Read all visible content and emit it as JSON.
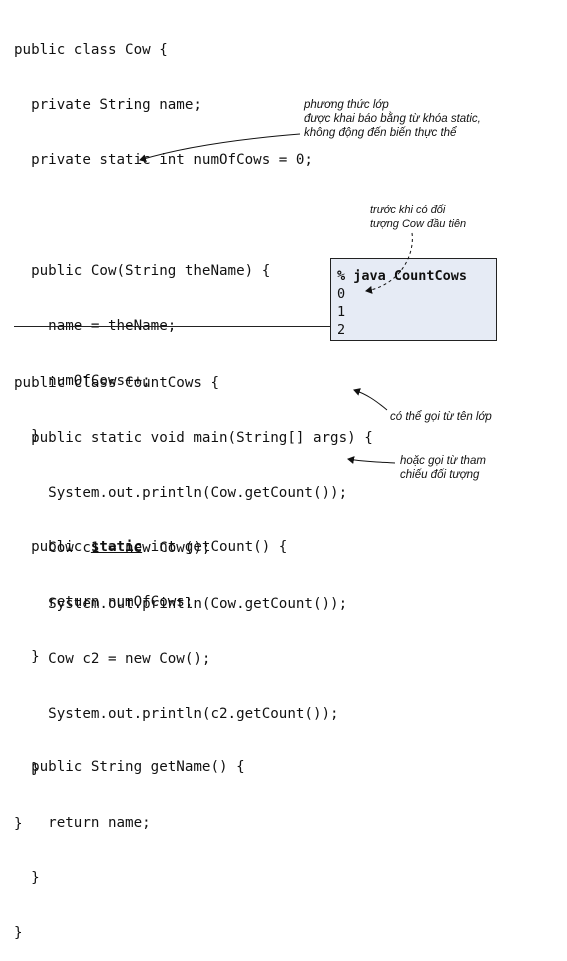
{
  "code_cow": [
    "public class Cow {",
    "  private String name;",
    "  private static int numOfCows = 0;",
    "",
    "  public Cow(String theName) {",
    "    name = theName;",
    "    numOfCows++;",
    "  }",
    "",
    "  public __STATIC__ int getCount() {",
    "    return numOfCows;",
    "  }",
    "",
    "  public String getName() {",
    "    return name;",
    "  }",
    "}"
  ],
  "static_kw_prefix": "  public ",
  "static_kw": "static",
  "static_kw_suffix": " int getCount() {",
  "code_countcows": [
    "public class CountCows {",
    "  public static void main(String[] args) {",
    "    System.out.println(Cow.getCount());",
    "    Cow c1 = new Cow();",
    "    System.out.println(Cow.getCount());",
    "    Cow c2 = new Cow();",
    "    System.out.println(c2.getCount());",
    "  }",
    "}"
  ],
  "notes": {
    "static_method": [
      "phương thức lớp",
      "được khai báo bằng từ khóa static,",
      "không động đến biến thực thể"
    ],
    "before_first": [
      "trước khi có đối",
      "tượng Cow đầu tiên"
    ],
    "class_call": [
      "có thể gọi từ tên lớp"
    ],
    "ref_call": [
      "hoặc gọi từ tham",
      "chiếu đối tượng"
    ]
  },
  "console": {
    "command": "% java CountCows",
    "outputs": [
      "0",
      "1",
      "2"
    ]
  }
}
